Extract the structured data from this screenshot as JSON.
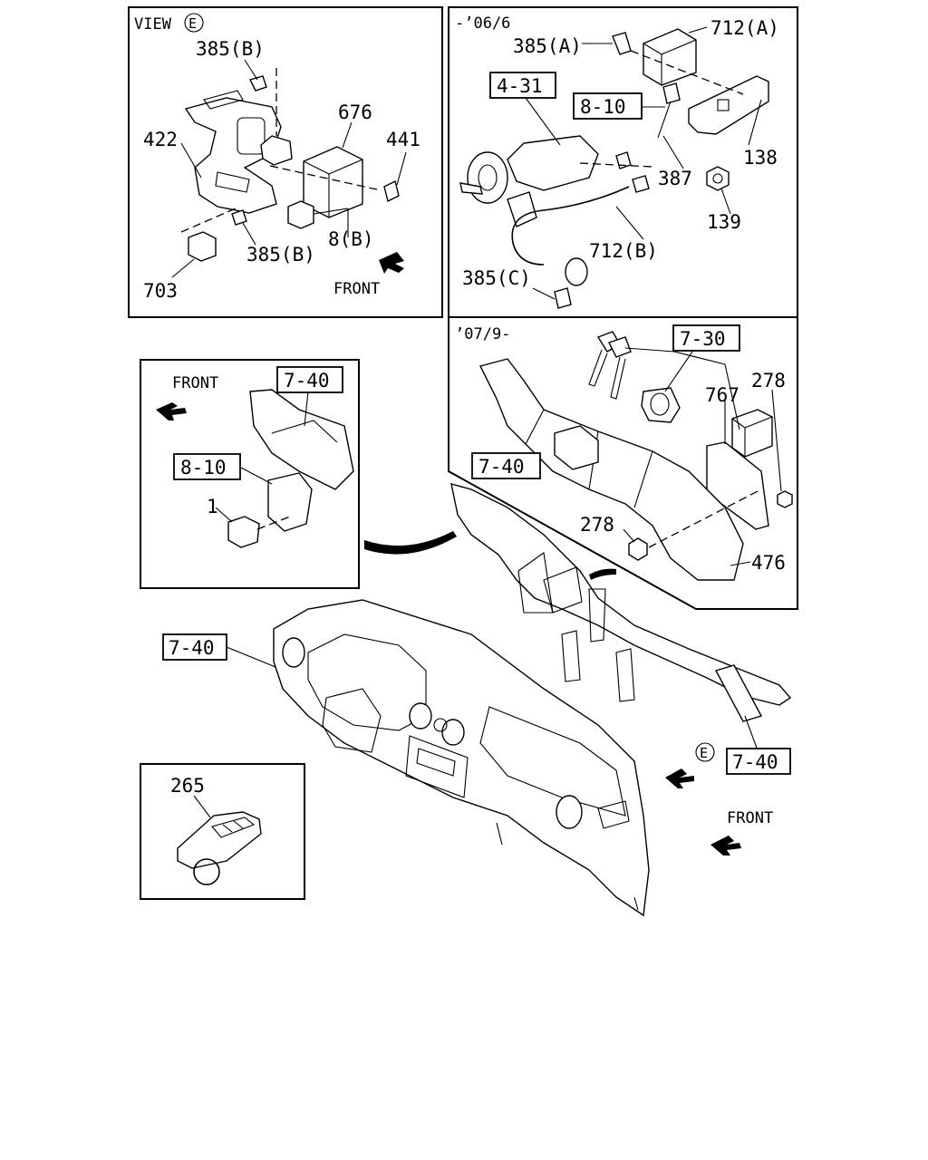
{
  "panels": {
    "view_e": {
      "title": "VIEW",
      "circle_letter": "E",
      "labels": {
        "p385b_top": "385(B)",
        "p676": "676",
        "p422": "422",
        "p441": "441",
        "p8b": "8(B)",
        "p385b_bottom": "385(B)",
        "p703": "703",
        "front": "FRONT"
      }
    },
    "early": {
      "date_range": "-’06/6",
      "labels": {
        "p712a": "712(A)",
        "p385a": "385(A)",
        "ref_4_31": "4-31",
        "ref_8_10": "8-10",
        "p138": "138",
        "p387": "387",
        "p139": "139",
        "p712b": "712(B)",
        "p385c": "385(C)"
      }
    },
    "late": {
      "date_range": "’07/9-",
      "labels": {
        "ref_7_30": "7-30",
        "p278_top": "278",
        "p767": "767",
        "ref_7_40": "7-40",
        "p278_bottom": "278",
        "p476": "476"
      }
    },
    "relay_detail": {
      "labels": {
        "front": "FRONT",
        "ref_7_40": "7-40",
        "ref_8_10": "8-10",
        "p1": "1"
      }
    },
    "key_detail": {
      "labels": {
        "p265": "265"
      }
    },
    "main": {
      "labels": {
        "ref_7_40_left": "7-40",
        "ref_7_40_right": "7-40",
        "view_letter": "E",
        "front": "FRONT"
      }
    }
  }
}
